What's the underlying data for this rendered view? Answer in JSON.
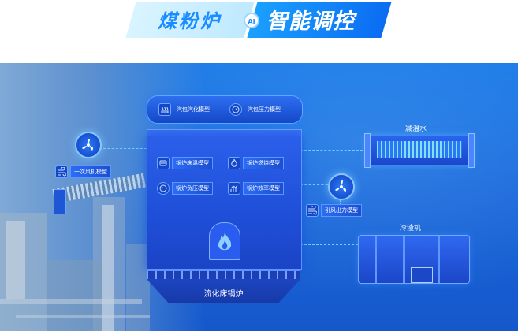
{
  "header": {
    "title_left": "煤粉炉",
    "ai_badge": "AI",
    "title_right": "智能调控"
  },
  "diagram": {
    "top_models": [
      {
        "label": "汽包汽化模型",
        "icon": "boiler-drum-icon"
      },
      {
        "label": "汽包压力模型",
        "icon": "pressure-gauge-icon"
      }
    ],
    "boiler_models": [
      {
        "label": "锅炉床温模型",
        "icon": "thermometer-icon"
      },
      {
        "label": "锅炉燃烧模型",
        "icon": "fire-icon"
      },
      {
        "label": "锅炉负压模型",
        "icon": "gauge-icon"
      },
      {
        "label": "锅炉效率模型",
        "icon": "bar-chart-icon"
      }
    ],
    "boiler_label": "流化床锅炉",
    "primary_fan_label": "一次风机模型",
    "induced_fan_label": "引风出力模型",
    "desuperheater_label": "减温水",
    "slag_cooler_label": "冷渣机"
  },
  "colors": {
    "background_blue": "#1a66da",
    "accent_cyan": "#6fd0ff",
    "title_blue": "#1a8cff"
  }
}
